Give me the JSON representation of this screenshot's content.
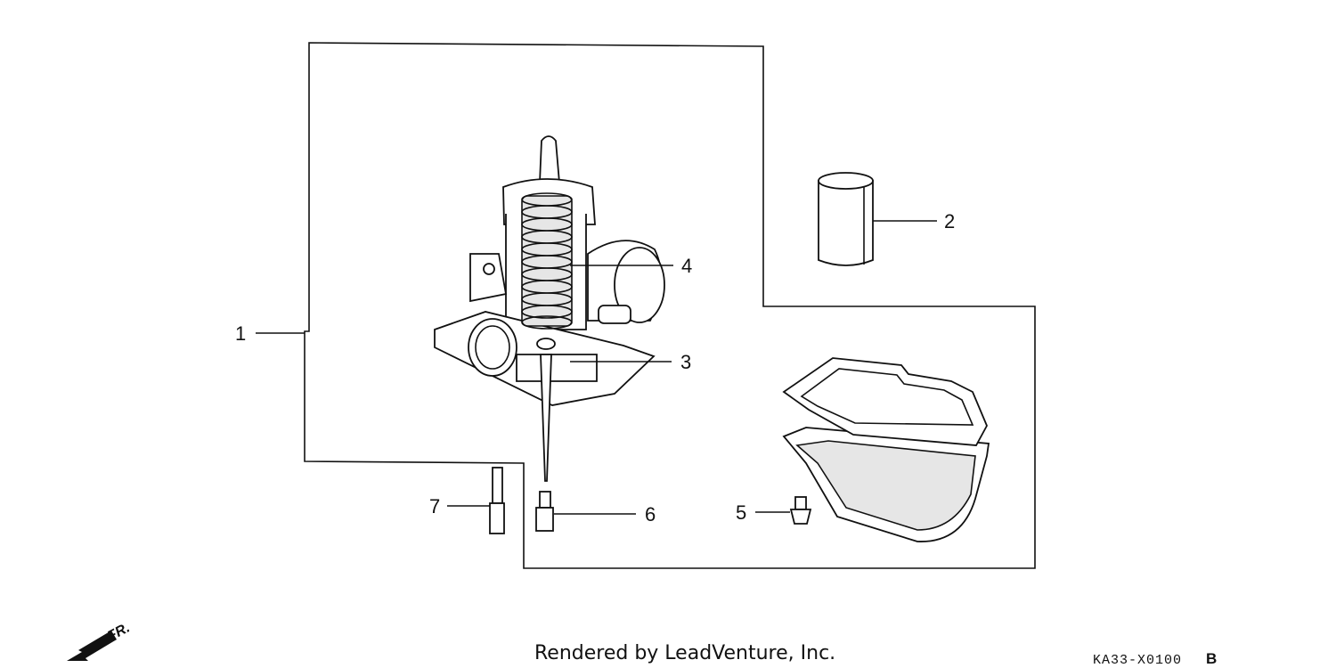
{
  "callouts": [
    {
      "id": "1",
      "label": "1"
    },
    {
      "id": "2",
      "label": "2"
    },
    {
      "id": "3",
      "label": "3"
    },
    {
      "id": "4",
      "label": "4"
    },
    {
      "id": "5",
      "label": "5"
    },
    {
      "id": "6",
      "label": "6"
    },
    {
      "id": "7",
      "label": "7"
    }
  ],
  "direction_label": "FR.",
  "footer": {
    "credit": "Rendered by LeadVenture, Inc.",
    "diagram_code": "KA33-X0100",
    "diagram_code_suffix": "B"
  }
}
